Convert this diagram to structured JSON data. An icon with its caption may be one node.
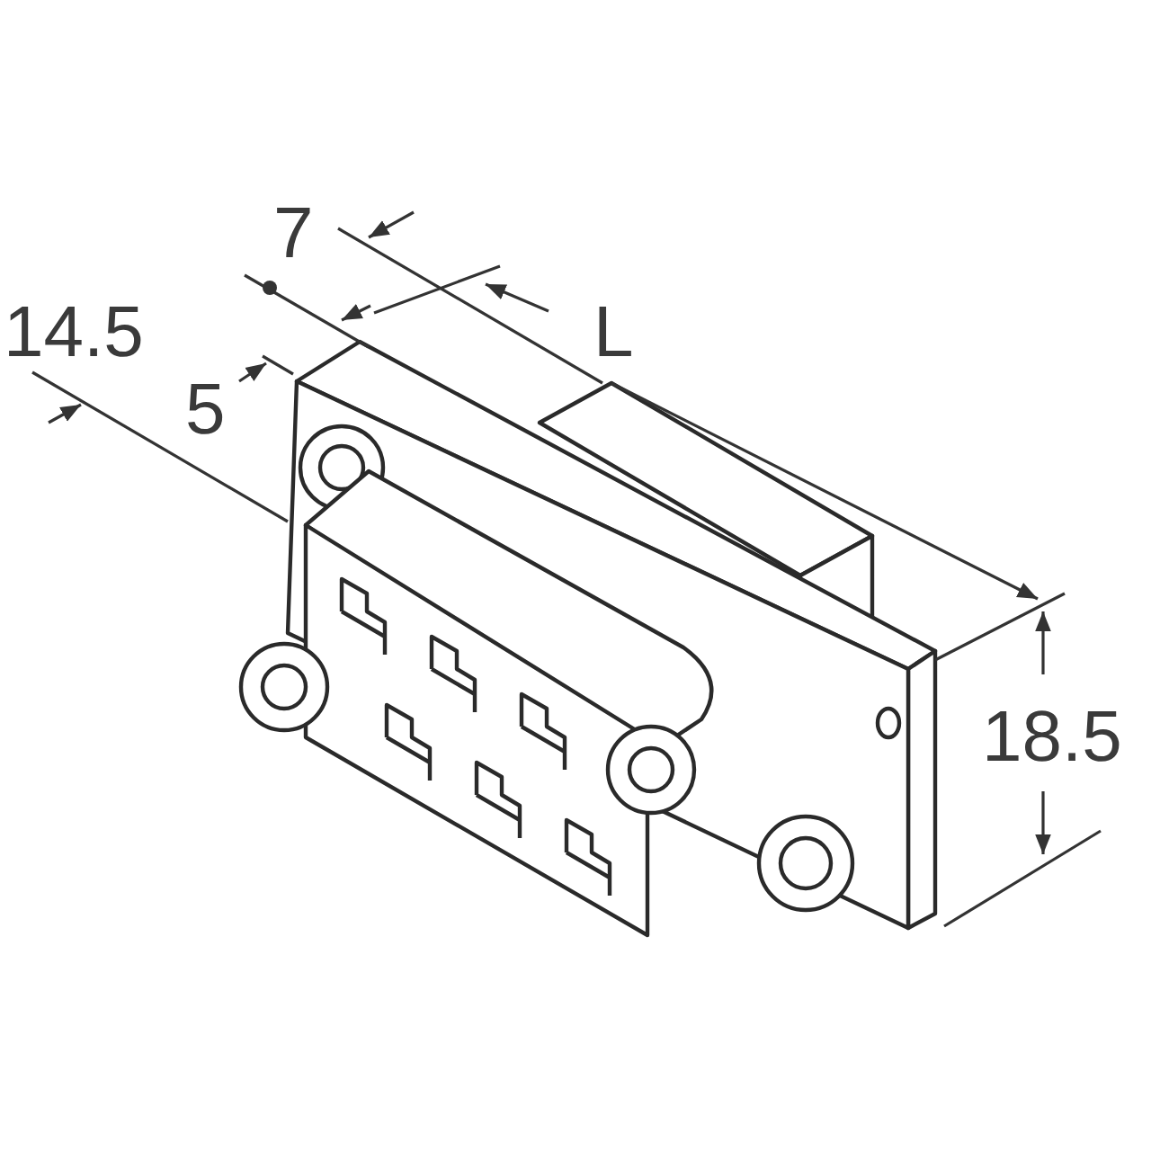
{
  "diagram": {
    "labels": [
      "7",
      "14.5",
      "5",
      "L",
      "18.5"
    ]
  }
}
